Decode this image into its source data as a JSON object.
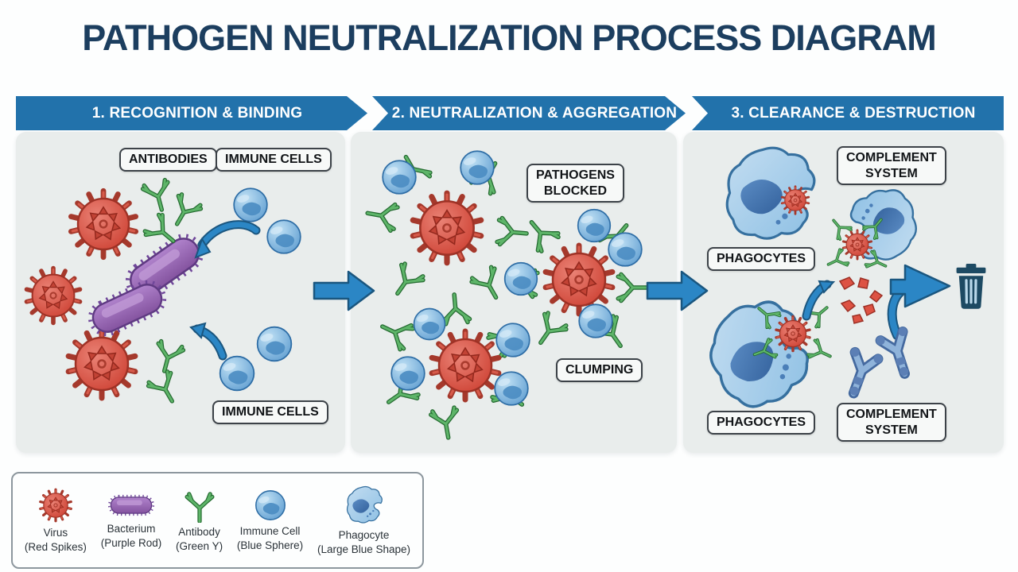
{
  "title": "PATHOGEN NEUTRALIZATION PROCESS DIAGRAM",
  "banners": [
    {
      "label": "1. RECOGNITION & BINDING"
    },
    {
      "label": "2. NEUTRALIZATION & AGGREGATION"
    },
    {
      "label": "3. CLEARANCE & DESTRUCTION"
    }
  ],
  "panel1": {
    "antibodies": "ANTIBODIES",
    "immune_cells_top": "IMMUNE CELLS",
    "immune_cells_bottom": "IMMUNE CELLS"
  },
  "panel2": {
    "pathogens_blocked": "PATHOGENS\nBLOCKED",
    "clumping": "CLUMPING"
  },
  "panel3": {
    "complement_top": "COMPLEMENT\nSYSTEM",
    "phagocytes_top": "PHAGOCYTES",
    "phagocytes_bottom": "PHAGOCYTES",
    "complement_bottom": "COMPLEMENT\nSYSTEM"
  },
  "legend": {
    "items": [
      {
        "name": "Virus",
        "desc": "(Red Spikes)",
        "icon": "virus-icon"
      },
      {
        "name": "Bacterium",
        "desc": "(Purple Rod)",
        "icon": "bacterium-icon"
      },
      {
        "name": "Antibody",
        "desc": "(Green Y)",
        "icon": "antibody-icon"
      },
      {
        "name": "Immune Cell",
        "desc": "(Blue Sphere)",
        "icon": "immune-cell-icon"
      },
      {
        "name": "Phagocyte",
        "desc": "(Large Blue Shape)",
        "icon": "phagocyte-icon"
      }
    ]
  },
  "colors": {
    "banner_blue": "#2272ab",
    "title_navy": "#1c3e5f",
    "virus_red": "#d6554a",
    "bacterium_purple": "#9e72bd",
    "antibody_green": "#4fae5c",
    "immune_cell_blue": "#6aa9d8",
    "phagocyte_blue": "#a9cfe9",
    "arrow_blue": "#2b86c5",
    "trash_navy": "#1d4a63"
  }
}
